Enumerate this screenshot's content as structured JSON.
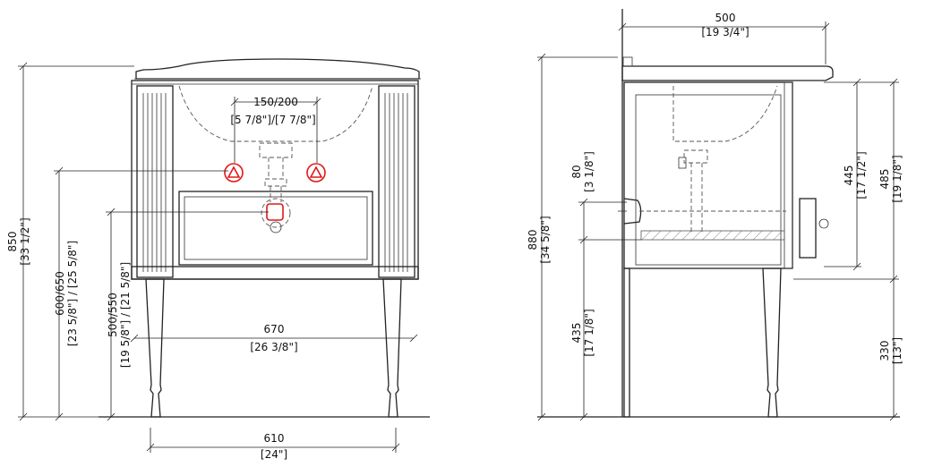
{
  "front_view": {
    "height_total": {
      "mm": "850",
      "inch": "[33 1/2\"]"
    },
    "height_tap": {
      "mm": "600/650",
      "inch": "[23 5/8\"] / [25 5/8\"]"
    },
    "height_drain": {
      "mm": "500/550",
      "inch": "[19 5/8\"] / [21 5/8\"]"
    },
    "tap_spacing": {
      "mm": "150/200",
      "inch": "[5 7/8\"]/[7 7/8\"]"
    },
    "width_inner": {
      "mm": "670",
      "inch": "[26 3/8\"]"
    },
    "width_legs": {
      "mm": "610",
      "inch": "[24\"]"
    }
  },
  "side_view": {
    "depth": {
      "mm": "500",
      "inch": "[19 3/4\"]"
    },
    "height_total": {
      "mm": "880",
      "inch": "[34 5/8\"]"
    },
    "drain_band": {
      "mm": "80",
      "inch": "[3 1/8\"]"
    },
    "height_drain": {
      "mm": "435",
      "inch": "[17 1/8\"]"
    },
    "cabinet_inner": {
      "mm": "445",
      "inch": "[17 1/2\"]"
    },
    "cabinet_outer": {
      "mm": "485",
      "inch": "[19 1/8\"]"
    },
    "leg_height": {
      "mm": "330",
      "inch": "[13\"]"
    }
  },
  "colors": {
    "line": "#222222",
    "marker": "#e01818",
    "hatch": "#666666"
  },
  "icons": {
    "tap_marker": "triangle-in-circle-icon",
    "drain_marker": "square-drain-icon"
  }
}
